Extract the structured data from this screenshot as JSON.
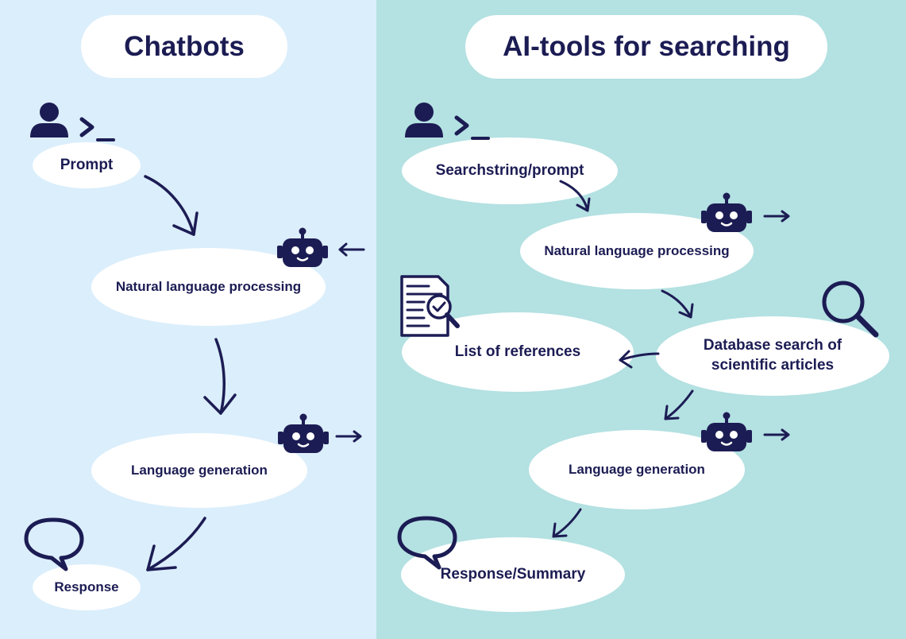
{
  "colors": {
    "left_bg": "#dbeefb",
    "right_bg": "#b4e1e2",
    "ink": "#1c1c54",
    "bubble": "#ffffff"
  },
  "left": {
    "title": "Chatbots",
    "steps": {
      "prompt": "Prompt",
      "nlp": "Natural language processing",
      "generation": "Language generation",
      "response": "Response"
    }
  },
  "right": {
    "title": "AI-tools for searching",
    "steps": {
      "prompt": "Searchstring/prompt",
      "nlp": "Natural language processing",
      "database": "Database search of scientific articles",
      "references": "List of references",
      "generation": "Language generation",
      "response": "Response/Summary"
    }
  },
  "icons": [
    "user-icon",
    "terminal-prompt-icon",
    "robot-icon",
    "arrow-icon",
    "speech-bubble-icon",
    "document-search-icon",
    "magnifier-icon"
  ]
}
